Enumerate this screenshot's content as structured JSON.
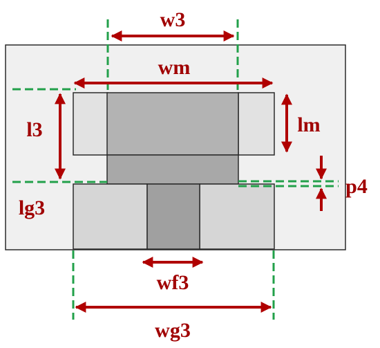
{
  "labels": {
    "w3": "w3",
    "wm": "wm",
    "l3": "l3",
    "lm": "lm",
    "p4": "p4",
    "lg3": "lg3",
    "wf3": "wf3",
    "wg3": "wg3"
  },
  "colors": {
    "background": "#ffffff",
    "substrate_fill": "#f0f0f0",
    "outline": "#2a2a2a",
    "patch_side_fill": "#e2e2e2",
    "patch_center_fill": "#b3b3b3",
    "neck_fill": "#a8a8a8",
    "ground_fill": "#d6d6d6",
    "feed_fill": "#a0a0a0",
    "dimension_arrow": "#b00000",
    "dimension_text": "#a00000",
    "guide_line": "#22a04a"
  }
}
